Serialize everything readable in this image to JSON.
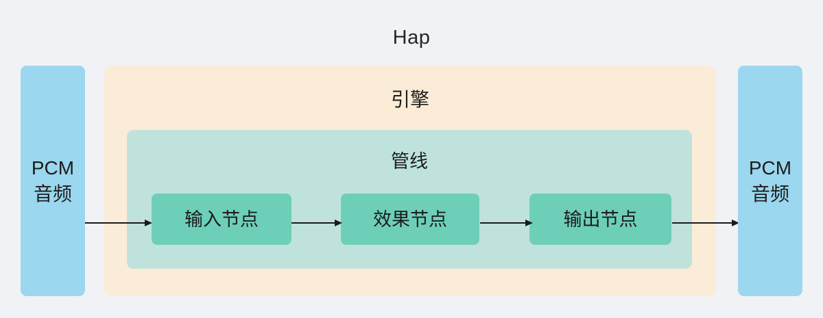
{
  "diagram": {
    "title": "Hap",
    "background_color": "#f0f2f5",
    "input_source": {
      "line1": "PCM",
      "line2": "音频",
      "color": "#9BD7EE"
    },
    "output_sink": {
      "line1": "PCM",
      "line2": "音频",
      "color": "#9BD7EE"
    },
    "engine": {
      "label": "引擎",
      "color": "#FAECD6"
    },
    "pipeline": {
      "label": "管线",
      "color": "#BFE3DC"
    },
    "nodes": [
      {
        "label": "输入节点",
        "color": "#6ECFB8"
      },
      {
        "label": "效果节点",
        "color": "#6ECFB8"
      },
      {
        "label": "输出节点",
        "color": "#6ECFB8"
      }
    ],
    "arrows": [
      {
        "name": "pcm-to-input",
        "from": "PCM 音频",
        "to": "输入节点"
      },
      {
        "name": "input-to-effect",
        "from": "输入节点",
        "to": "效果节点"
      },
      {
        "name": "effect-to-output",
        "from": "效果节点",
        "to": "输出节点"
      },
      {
        "name": "output-to-pcm",
        "from": "输出节点",
        "to": "PCM 音频"
      }
    ],
    "arrow_color": "#1a1a1a"
  }
}
